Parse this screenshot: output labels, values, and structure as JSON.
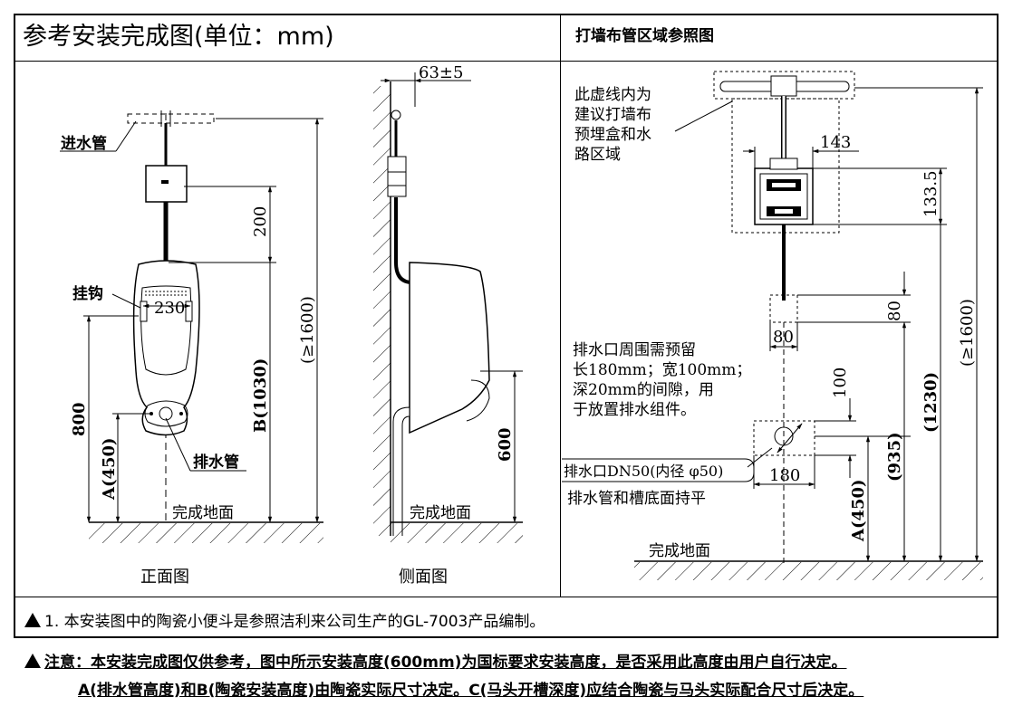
{
  "title_left": "参考安装完成图(单位：mm)",
  "title_right": "打墙布管区域参照图",
  "front": {
    "label_inlet": "进水管",
    "label_hook": "挂钩",
    "label_drain": "排水管",
    "dim_230": "230",
    "dim_200": "200",
    "dim_800": "800",
    "dim_a450": "A(450)",
    "dim_b1030": "B(1030)",
    "dim_1600": "(≥1600)",
    "floor": "完成地面",
    "caption": "正面图"
  },
  "side": {
    "dim_63": "63±5",
    "dim_600": "600",
    "floor": "完成地面",
    "caption": "侧面图"
  },
  "wall": {
    "note_dashed": [
      "此虚线内为",
      "建议打墙布",
      "预埋盒和水",
      "路区域"
    ],
    "dim_143": "143",
    "dim_133": "133.5",
    "dim_80v": "80",
    "dim_80h": "80",
    "note_drain": [
      "排水口周围需预留",
      "长180mm；宽100mm；",
      "深20mm的间隙，用",
      "于放置排水组件。"
    ],
    "dim_100": "100",
    "label_outlet": "排水口DN50(内径 φ50)",
    "label_level": "排水管和槽底面持平",
    "dim_180": "180",
    "dim_935": "(935)",
    "dim_1230": "(1230)",
    "dim_1600": "(≥1600)",
    "dim_a450": "A(450)",
    "floor": "完成地面"
  },
  "footnote": "1. 本安装图中的陶瓷小便斗是参照洁利来公司生产的GL-7003产品编制。",
  "notice_line1": "注意：本安装完成图仅供参考，图中所示安装高度(600mm)为国标要求安装高度，是否采用此高度由用户自行决定。",
  "notice_line2": "A(排水管高度)和B(陶瓷安装高度)由陶瓷实际尺寸决定。C(马头开槽深度)应结合陶瓷与马头实际配合尺寸后决定。"
}
